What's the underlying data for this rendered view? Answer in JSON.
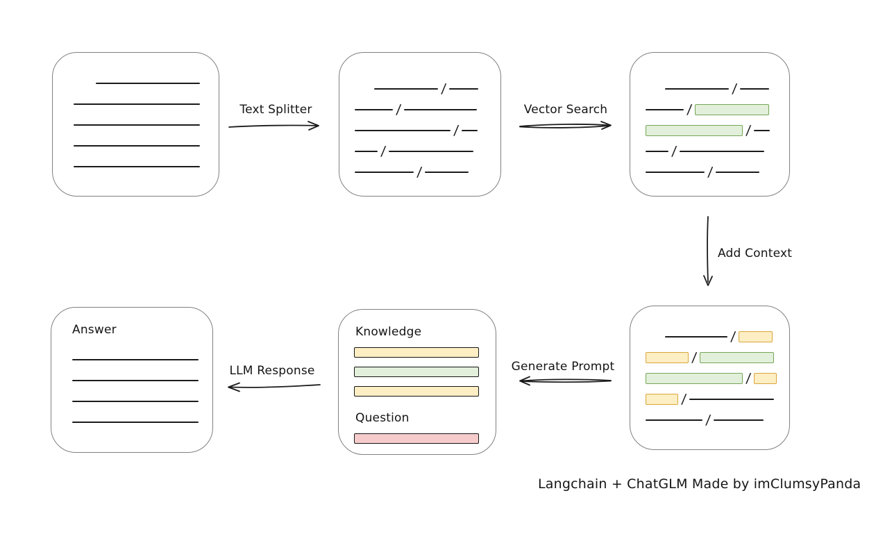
{
  "caption": "Langchain + ChatGLM Made by imClumsyPanda",
  "slash": "/",
  "labels": {
    "text_splitter": "Text Splitter",
    "vector_search": "Vector Search",
    "add_context": "Add Context",
    "generate_prompt": "Generate Prompt",
    "llm_response": "LLM Response"
  },
  "colors": {
    "green_fill": "#e2efda",
    "green_stroke": "#74a657",
    "yellow_fill": "#fdeec3",
    "yellow_stroke": "#d9a53a",
    "red_fill": "#f5cccb",
    "red_stroke": "#bb5a55",
    "box_stroke": "#808080",
    "line_color": "#1b1b1b"
  },
  "boxes": {
    "source_document": {
      "lines": [
        {
          "indent": 32,
          "width": 150
        },
        {
          "indent": 0,
          "width": 182
        },
        {
          "indent": 0,
          "width": 182
        },
        {
          "indent": 0,
          "width": 182
        },
        {
          "indent": 0,
          "width": 182
        }
      ]
    },
    "split_chunks": {
      "rows": [
        {
          "indent": 28,
          "segs": [
            {
              "type": "line",
              "w": 92
            },
            {
              "type": "line",
              "w": 42
            }
          ]
        },
        {
          "indent": 0,
          "segs": [
            {
              "type": "line",
              "w": 55
            },
            {
              "type": "line",
              "w": 105
            }
          ]
        },
        {
          "indent": 0,
          "segs": [
            {
              "type": "line",
              "w": 138
            },
            {
              "type": "line",
              "w": 23
            }
          ]
        },
        {
          "indent": 0,
          "segs": [
            {
              "type": "line",
              "w": 33
            },
            {
              "type": "line",
              "w": 122
            }
          ]
        },
        {
          "indent": 0,
          "segs": [
            {
              "type": "line",
              "w": 85
            },
            {
              "type": "line",
              "w": 63
            }
          ]
        }
      ]
    },
    "matched_chunks": {
      "rows": [
        {
          "indent": 28,
          "segs": [
            {
              "type": "line",
              "w": 92
            },
            {
              "type": "line",
              "w": 42
            }
          ]
        },
        {
          "indent": 0,
          "segs": [
            {
              "type": "line",
              "w": 55
            },
            {
              "type": "green",
              "w": 105
            }
          ]
        },
        {
          "indent": 0,
          "segs": [
            {
              "type": "green",
              "w": 138
            },
            {
              "type": "line",
              "w": 23
            }
          ]
        },
        {
          "indent": 0,
          "segs": [
            {
              "type": "line",
              "w": 33
            },
            {
              "type": "line",
              "w": 122
            }
          ]
        },
        {
          "indent": 0,
          "segs": [
            {
              "type": "line",
              "w": 85
            },
            {
              "type": "line",
              "w": 63
            }
          ]
        }
      ]
    },
    "context_chunks": {
      "rows": [
        {
          "indent": 28,
          "segs": [
            {
              "type": "line",
              "w": 90
            },
            {
              "type": "yellow",
              "w": 47
            }
          ]
        },
        {
          "indent": 0,
          "segs": [
            {
              "type": "yellow",
              "w": 60
            },
            {
              "type": "green",
              "w": 105
            }
          ]
        },
        {
          "indent": 0,
          "segs": [
            {
              "type": "green",
              "w": 138
            },
            {
              "type": "yellow",
              "w": 31
            }
          ]
        },
        {
          "indent": 0,
          "segs": [
            {
              "type": "yellow",
              "w": 45
            },
            {
              "type": "line",
              "w": 122
            }
          ]
        },
        {
          "indent": 0,
          "segs": [
            {
              "type": "line",
              "w": 82
            },
            {
              "type": "line",
              "w": 72
            }
          ]
        }
      ]
    },
    "prompt": {
      "knowledge_label": "Knowledge",
      "knowledge_bars": [
        "yellow",
        "green",
        "yellow"
      ],
      "question_label": "Question",
      "question_bars": [
        "red"
      ]
    },
    "answer": {
      "title": "Answer",
      "lines": [
        {
          "indent": 0,
          "width": 182
        },
        {
          "indent": 0,
          "width": 182
        },
        {
          "indent": 0,
          "width": 182
        },
        {
          "indent": 0,
          "width": 182
        }
      ]
    }
  }
}
